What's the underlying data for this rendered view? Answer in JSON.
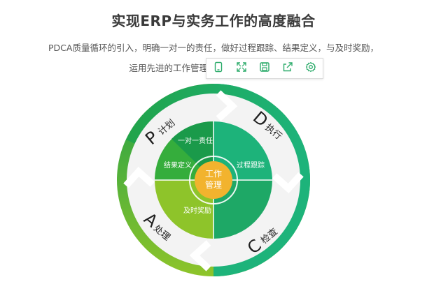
{
  "header": {
    "title": "实现ERP与实务工作的高度融合",
    "desc_line1": "PDCA质量循环的引入，明确一对一的责任，做好过程跟踪、结果定义，与及时奖励，",
    "desc_line2": "运用先进的工作管理方"
  },
  "toolbar": {
    "buttons": [
      {
        "icon": "tablet-icon"
      },
      {
        "icon": "fullscreen-icon"
      },
      {
        "icon": "save-icon"
      },
      {
        "icon": "share-icon"
      },
      {
        "icon": "settings-icon"
      }
    ],
    "icon_color": "#2bab6a"
  },
  "diagram": {
    "center": {
      "line1": "工作",
      "line2": "管理"
    },
    "quadrants": [
      {
        "letter": "P",
        "label": "计划",
        "inner": "一对一责任"
      },
      {
        "letter": "D",
        "label": "执行",
        "inner": "过程跟踪"
      },
      {
        "letter": "C",
        "label": "检查",
        "inner": "及时奖励"
      },
      {
        "letter": "A",
        "label": "处理",
        "inner": "结果定义"
      }
    ],
    "colors": {
      "dark_green": "#1a9a4a",
      "teal_green": "#1db37a",
      "light_green": "#8ec42a",
      "mid_green": "#35ad3c",
      "orange": "#f2b32e"
    }
  }
}
